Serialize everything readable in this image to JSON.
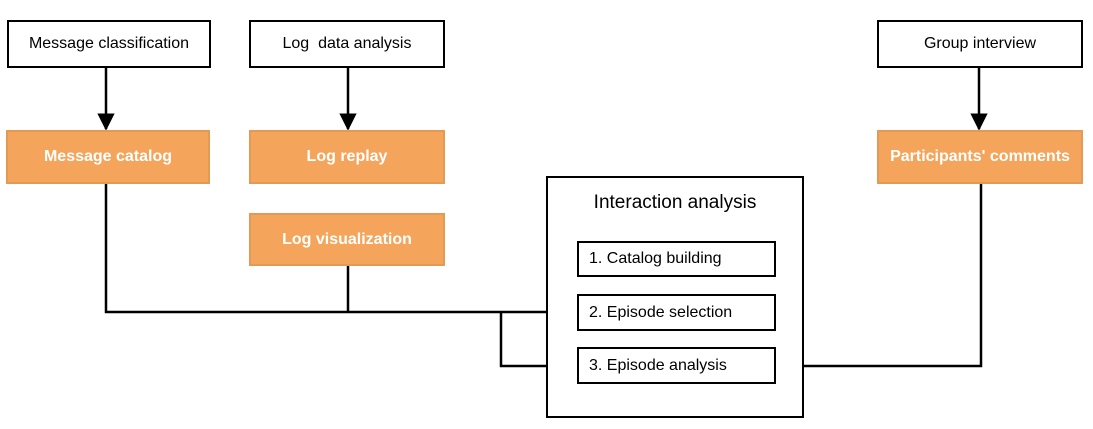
{
  "sources": {
    "message_classification": "Message classification",
    "log_data_analysis": "Log  data analysis",
    "group_interview": "Group interview"
  },
  "artifacts": {
    "message_catalog": "Message catalog",
    "log_replay": "Log replay",
    "log_visualization": "Log visualization",
    "participants_comments": "Participants' comments"
  },
  "interaction_analysis": {
    "title": "Interaction analysis",
    "steps": [
      "1. Catalog building",
      "2. Episode selection",
      "3. Episode analysis"
    ]
  },
  "colors": {
    "orange_fill": "#f5a55b",
    "line": "#000000"
  }
}
